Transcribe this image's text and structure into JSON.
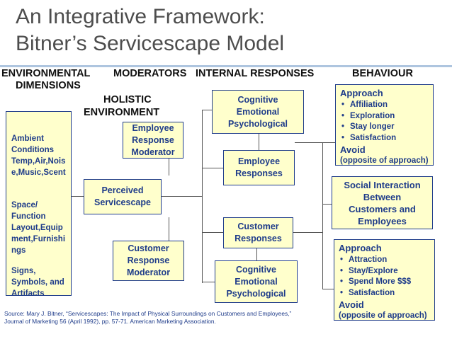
{
  "title": {
    "line1": "An Integrative Framework:",
    "line2": "Bitner’s Servicescape Model"
  },
  "headers": {
    "environmental_line1": "ENVIRONMENTAL",
    "environmental_line2": "DIMENSIONS",
    "moderators": "MODERATORS",
    "internal_responses": "INTERNAL RESPONSES",
    "behaviour": "BEHAVIOUR"
  },
  "holistic": {
    "line1": "HOLISTIC",
    "line2": "ENVIRONMENT"
  },
  "dimensions": {
    "ambient": [
      "Ambient",
      "Conditions",
      "Temp,Air,Nois",
      "e,Music,Scent"
    ],
    "space": [
      "Space/",
      "Function",
      "Layout,Equip",
      "ment,Furnishi",
      "ngs"
    ],
    "signs": [
      "Signs,",
      "Symbols, and",
      "Artifacts"
    ]
  },
  "perceived": [
    "Perceived",
    "Servicescape"
  ],
  "employee_moderator": [
    "Employee",
    "Response",
    "Moderator"
  ],
  "customer_moderator": [
    "Customer",
    "Response",
    "Moderator"
  ],
  "cognitive_top": [
    "Cognitive",
    "Emotional",
    "Psychological"
  ],
  "employee_responses": [
    "Employee",
    "Responses"
  ],
  "customer_responses": [
    "Customer",
    "Responses"
  ],
  "cognitive_bottom": [
    "Cognitive",
    "Emotional",
    "Psychological"
  ],
  "behaviour_top": {
    "approach": "Approach",
    "items": [
      "Affiliation",
      "Exploration",
      "Stay longer",
      "Satisfaction"
    ],
    "avoid": "Avoid",
    "avoid_note": "(opposite of approach)"
  },
  "social": [
    "Social Interaction",
    "Between",
    "Customers and",
    "Employees"
  ],
  "behaviour_bottom": {
    "approach": "Approach",
    "items": [
      "Attraction",
      "Stay/Explore",
      "Spend More $$$",
      "Satisfaction"
    ],
    "avoid": "Avoid",
    "avoid_note": "(opposite of approach)"
  },
  "source": {
    "line1": "Source: Mary J. Bitner, “Servicescapes: The Impact of Physical Surroundings on Customers and Employees,”",
    "line2": "Journal of Marketing 56 (April 1992), pp. 57-71. American Marketing Association."
  },
  "colors": {
    "box_fill": "#ffffcc",
    "box_border": "#1f3c8a",
    "title_text": "#4d4d4d",
    "accent_bar": "#aec5df"
  }
}
